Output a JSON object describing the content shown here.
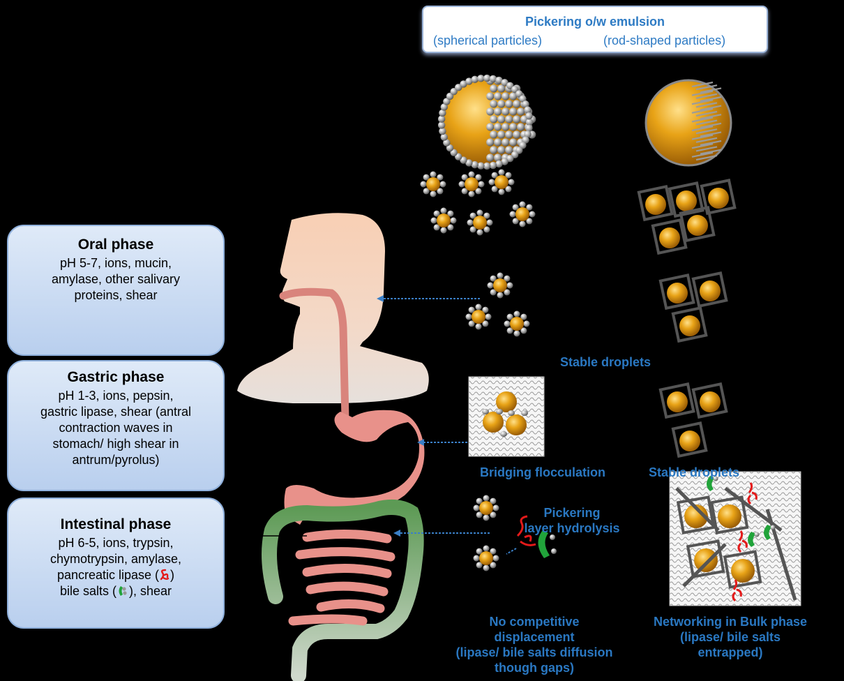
{
  "header": {
    "title": "Pickering o/w emulsion",
    "left": "(spherical particles)",
    "right": "(rod-shaped particles)"
  },
  "phases": [
    {
      "title": "Oral phase",
      "lines": [
        "pH 5-7, ions, mucin,",
        "amylase, other salivary",
        "proteins, shear"
      ]
    },
    {
      "title": "Gastric phase",
      "lines": [
        "pH 1-3, ions, pepsin,",
        "gastric lipase, shear (antral",
        "contraction waves in",
        "stomach/ high shear in",
        "antrum/pyrolus)"
      ]
    },
    {
      "title": "Intestinal phase",
      "lines": [
        "pH 6-5, ions, trypsin,",
        "chymotrypsin, amylase,"
      ],
      "lipase_line": "pancreatic lipase (",
      "lipase_close": ")",
      "bile_line": "bile salts (",
      "bile_close": "), shear"
    }
  ],
  "labels": {
    "stable_oral": "Stable droplets",
    "bridging": "Bridging flocculation",
    "stable_gastric": "Stable droplets",
    "hydrolysis": [
      "Pickering",
      "layer hydrolysis"
    ],
    "no_competitive": [
      "No competitive",
      "displacement",
      "(lipase/ bile salts diffusion",
      "though gaps)"
    ],
    "networking": [
      "Networking in Bulk phase",
      "(lipase/ bile salts",
      "entrapped)"
    ]
  },
  "colors": {
    "label_blue": "#2a78c2",
    "droplet_gold": "#e8a317",
    "particle_grey": "#9a9a9a",
    "head_skin": "#f7d3bd",
    "gut_pink": "#e8918a",
    "colon_green": "#8fae86",
    "lipase_red": "#e41a1a",
    "bile_green": "#21a33a",
    "phase_box": "#c6d8f1"
  }
}
